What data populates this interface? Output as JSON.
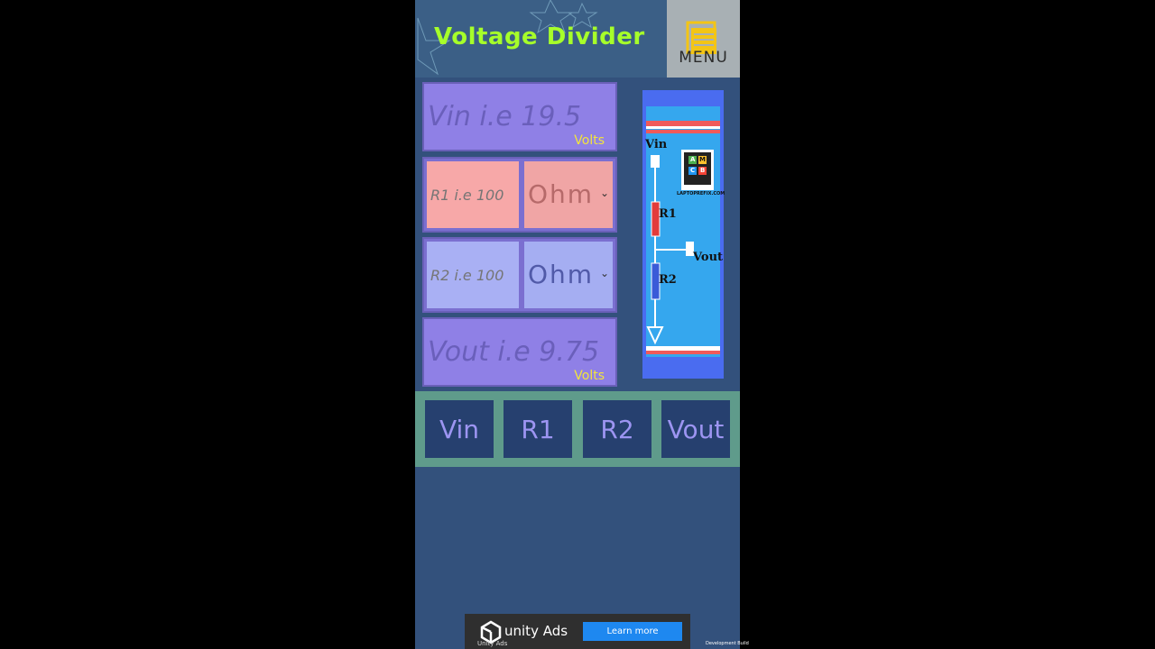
{
  "header": {
    "title": "Voltage Divider",
    "menu_label": "MENU"
  },
  "vin": {
    "placeholder": "Vin i.e 19.5",
    "unit": "Volts"
  },
  "r1": {
    "placeholder": "R1 i.e 100",
    "unit_selected": "Ohm"
  },
  "r2": {
    "placeholder": "R2 i.e 100",
    "unit_selected": "Ohm"
  },
  "vout": {
    "placeholder": "Vout i.e 9.75",
    "unit": "Volts"
  },
  "diagram": {
    "vin_label": "Vin",
    "r1_label": "R1",
    "r2_label": "R2",
    "vout_label": "Vout",
    "logo_caption": "LAPTOPREFIX.COM",
    "logo_letters": [
      "A",
      "M",
      "C",
      "B"
    ]
  },
  "tabs": [
    {
      "label": "Vin"
    },
    {
      "label": "R1"
    },
    {
      "label": "R2"
    },
    {
      "label": "Vout"
    }
  ],
  "ad": {
    "brand": "unity Ads",
    "cta": "Learn more",
    "small": "Unity Ads"
  },
  "dev_build": "Development Build",
  "colors": {
    "title": "#a6ff2a",
    "panel": "#8f80e6",
    "r1_field": "#f7a8a8",
    "r2_field": "#a9b0f4",
    "tab_bg": "#26406f",
    "tab_text": "#9d95f2",
    "unit": "#f2e43c"
  }
}
